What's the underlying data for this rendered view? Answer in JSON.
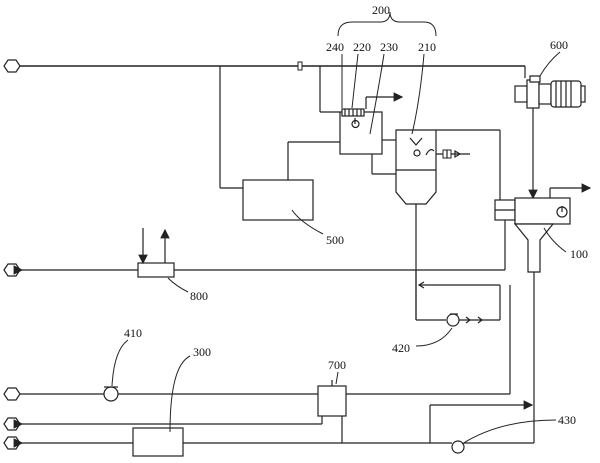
{
  "labels": {
    "l200": "200",
    "l240": "240",
    "l220": "220",
    "l230": "230",
    "l210": "210",
    "l600": "600",
    "l500": "500",
    "l100": "100",
    "l800": "800",
    "l410": "410",
    "l300": "300",
    "l700": "700",
    "l420": "420",
    "l430": "430"
  },
  "icons": {
    "terminal": "hexagon-terminal-icon",
    "pump": "pump-icon",
    "motor": "motor-icon",
    "valve": "valve-icon"
  }
}
